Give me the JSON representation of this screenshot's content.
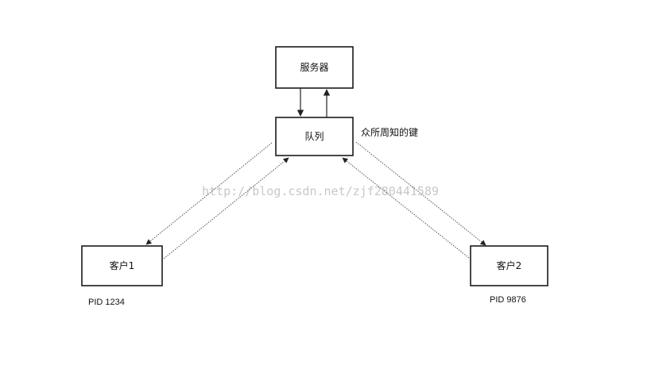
{
  "diagram": {
    "nodes": {
      "server": {
        "label": "服务器"
      },
      "queue": {
        "label": "队列"
      },
      "client1": {
        "label": "客户1"
      },
      "client2": {
        "label": "客户2"
      }
    },
    "annotations": {
      "queue_key": "众所周知的键",
      "client1_pid": "PID 1234",
      "client2_pid": "PID 9876"
    },
    "watermark": "http://blog.csdn.net/zjf280441589"
  }
}
